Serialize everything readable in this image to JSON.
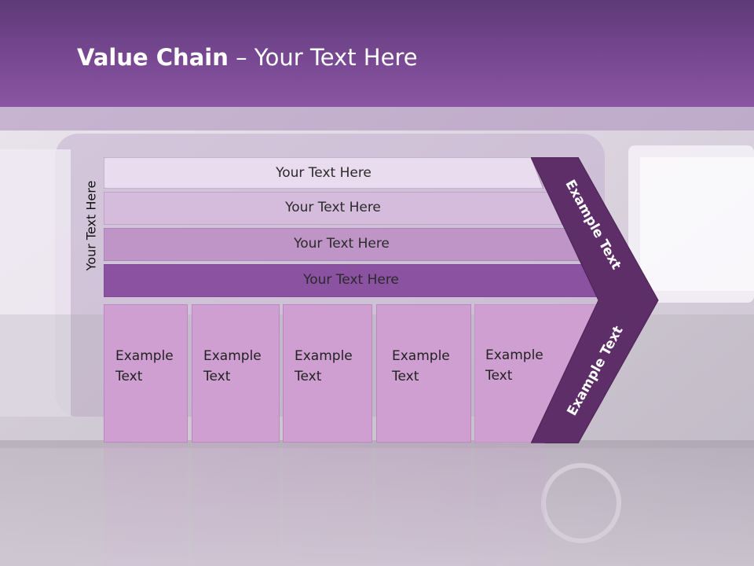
{
  "slide": {
    "title_bold": "Value Chain",
    "title_rest": " – Your Text Here",
    "side_label": "Your Text Here"
  },
  "bars": [
    {
      "label": "Your Text Here",
      "color": "#e8dcee"
    },
    {
      "label": "Your Text Here",
      "color": "#d6bcdc"
    },
    {
      "label": "Your Text Here",
      "color": "#bf95c8"
    },
    {
      "label": "Your Text Here",
      "color": "#8b52a1"
    }
  ],
  "boxes": [
    {
      "line1": "Example",
      "line2": "Text"
    },
    {
      "line1": "Example",
      "line2": "Text"
    },
    {
      "line1": "Example",
      "line2": "Text"
    },
    {
      "line1": "Example",
      "line2": "Text"
    },
    {
      "line1": "Example",
      "line2": "Text"
    }
  ],
  "chevron": {
    "top_label": "Example Text",
    "bottom_label": "Example Text",
    "color": "#5e2e68"
  },
  "colors": {
    "header": "#7a4a94",
    "box": "#cf9fd1"
  }
}
